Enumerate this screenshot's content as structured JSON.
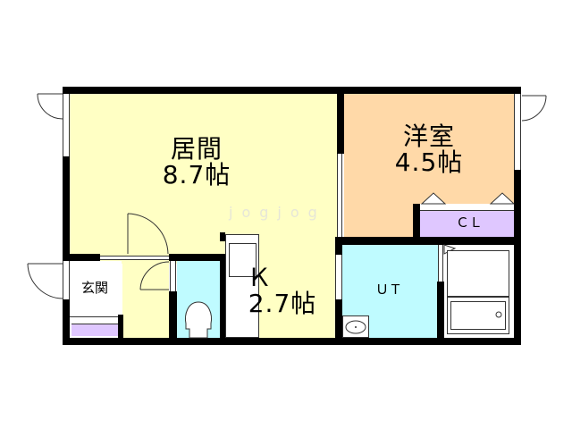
{
  "floor_plan": {
    "rooms": [
      {
        "id": "living",
        "name": "居間",
        "size": "8.7帖",
        "color": "#ffffc4"
      },
      {
        "id": "western",
        "name": "洋室",
        "size": "4.5帖",
        "color": "#ffd9a8"
      },
      {
        "id": "closet",
        "name": "ＣＬ",
        "color": "#dfc7ff"
      },
      {
        "id": "kitchen",
        "name": "Ｋ",
        "size": "2.7帖",
        "color": "#ffffc4"
      },
      {
        "id": "utility",
        "name": "ＵＴ",
        "color": "#bffbff"
      },
      {
        "id": "entrance",
        "name": "玄関",
        "color": "#ffffff"
      },
      {
        "id": "toilet",
        "color": "#bffbff"
      },
      {
        "id": "bath",
        "color": "#ffffff"
      },
      {
        "id": "shoe-storage",
        "color": "#dfc7ff"
      }
    ],
    "watermark": "jogjog"
  }
}
